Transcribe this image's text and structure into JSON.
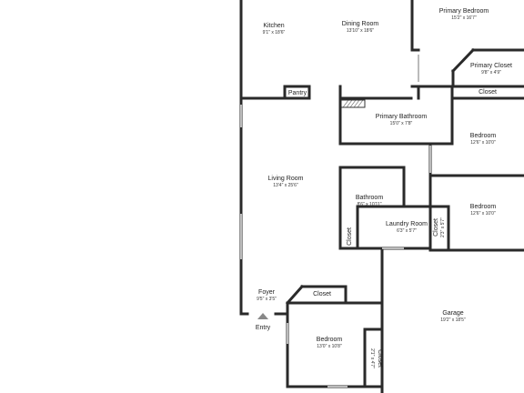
{
  "rooms": {
    "kitchen": {
      "name": "Kitchen",
      "dim": "9'1\" x 18'6\""
    },
    "dining": {
      "name": "Dining Room",
      "dim": "13'10\" x 18'6\""
    },
    "primary_bedroom": {
      "name": "Primary Bedroom",
      "dim": "15'2\" x 16'7\""
    },
    "primary_closet": {
      "name": "Primary Closet",
      "dim": "9'8\" x 4'9\""
    },
    "closet_top": {
      "name": "Closet"
    },
    "pantry": {
      "name": "Pantry"
    },
    "primary_bath": {
      "name": "Primary Bathroom",
      "dim": "15'0\" x 7'8\""
    },
    "bedroom_a": {
      "name": "Bedroom",
      "dim": "12'6\" x 10'0\""
    },
    "living": {
      "name": "Living Room",
      "dim": "13'4\" x 25'6\""
    },
    "bathroom": {
      "name": "Bathroom",
      "dim": "8'6\" x 10'11\""
    },
    "bedroom_b": {
      "name": "Bedroom",
      "dim": "12'6\" x 10'0\""
    },
    "laundry": {
      "name": "Laundry Room",
      "dim": "6'3\" x 5'7\""
    },
    "closet_bath": {
      "name": "Closet"
    },
    "closet_laundry": {
      "name": "Closet",
      "dim": "2'3\" x 5'7\""
    },
    "foyer": {
      "name": "Foyer",
      "dim": "9'5\" x 3'5\""
    },
    "closet_foyer": {
      "name": "Closet"
    },
    "entry": {
      "name": "Entry"
    },
    "garage": {
      "name": "Garage",
      "dim": "19'2\" x 18'5\""
    },
    "bedroom_c": {
      "name": "Bedroom",
      "dim": "13'0\" x 10'8\""
    },
    "closet_bed": {
      "name": "Closet",
      "dim": "2'1\" x 4'7\""
    }
  }
}
